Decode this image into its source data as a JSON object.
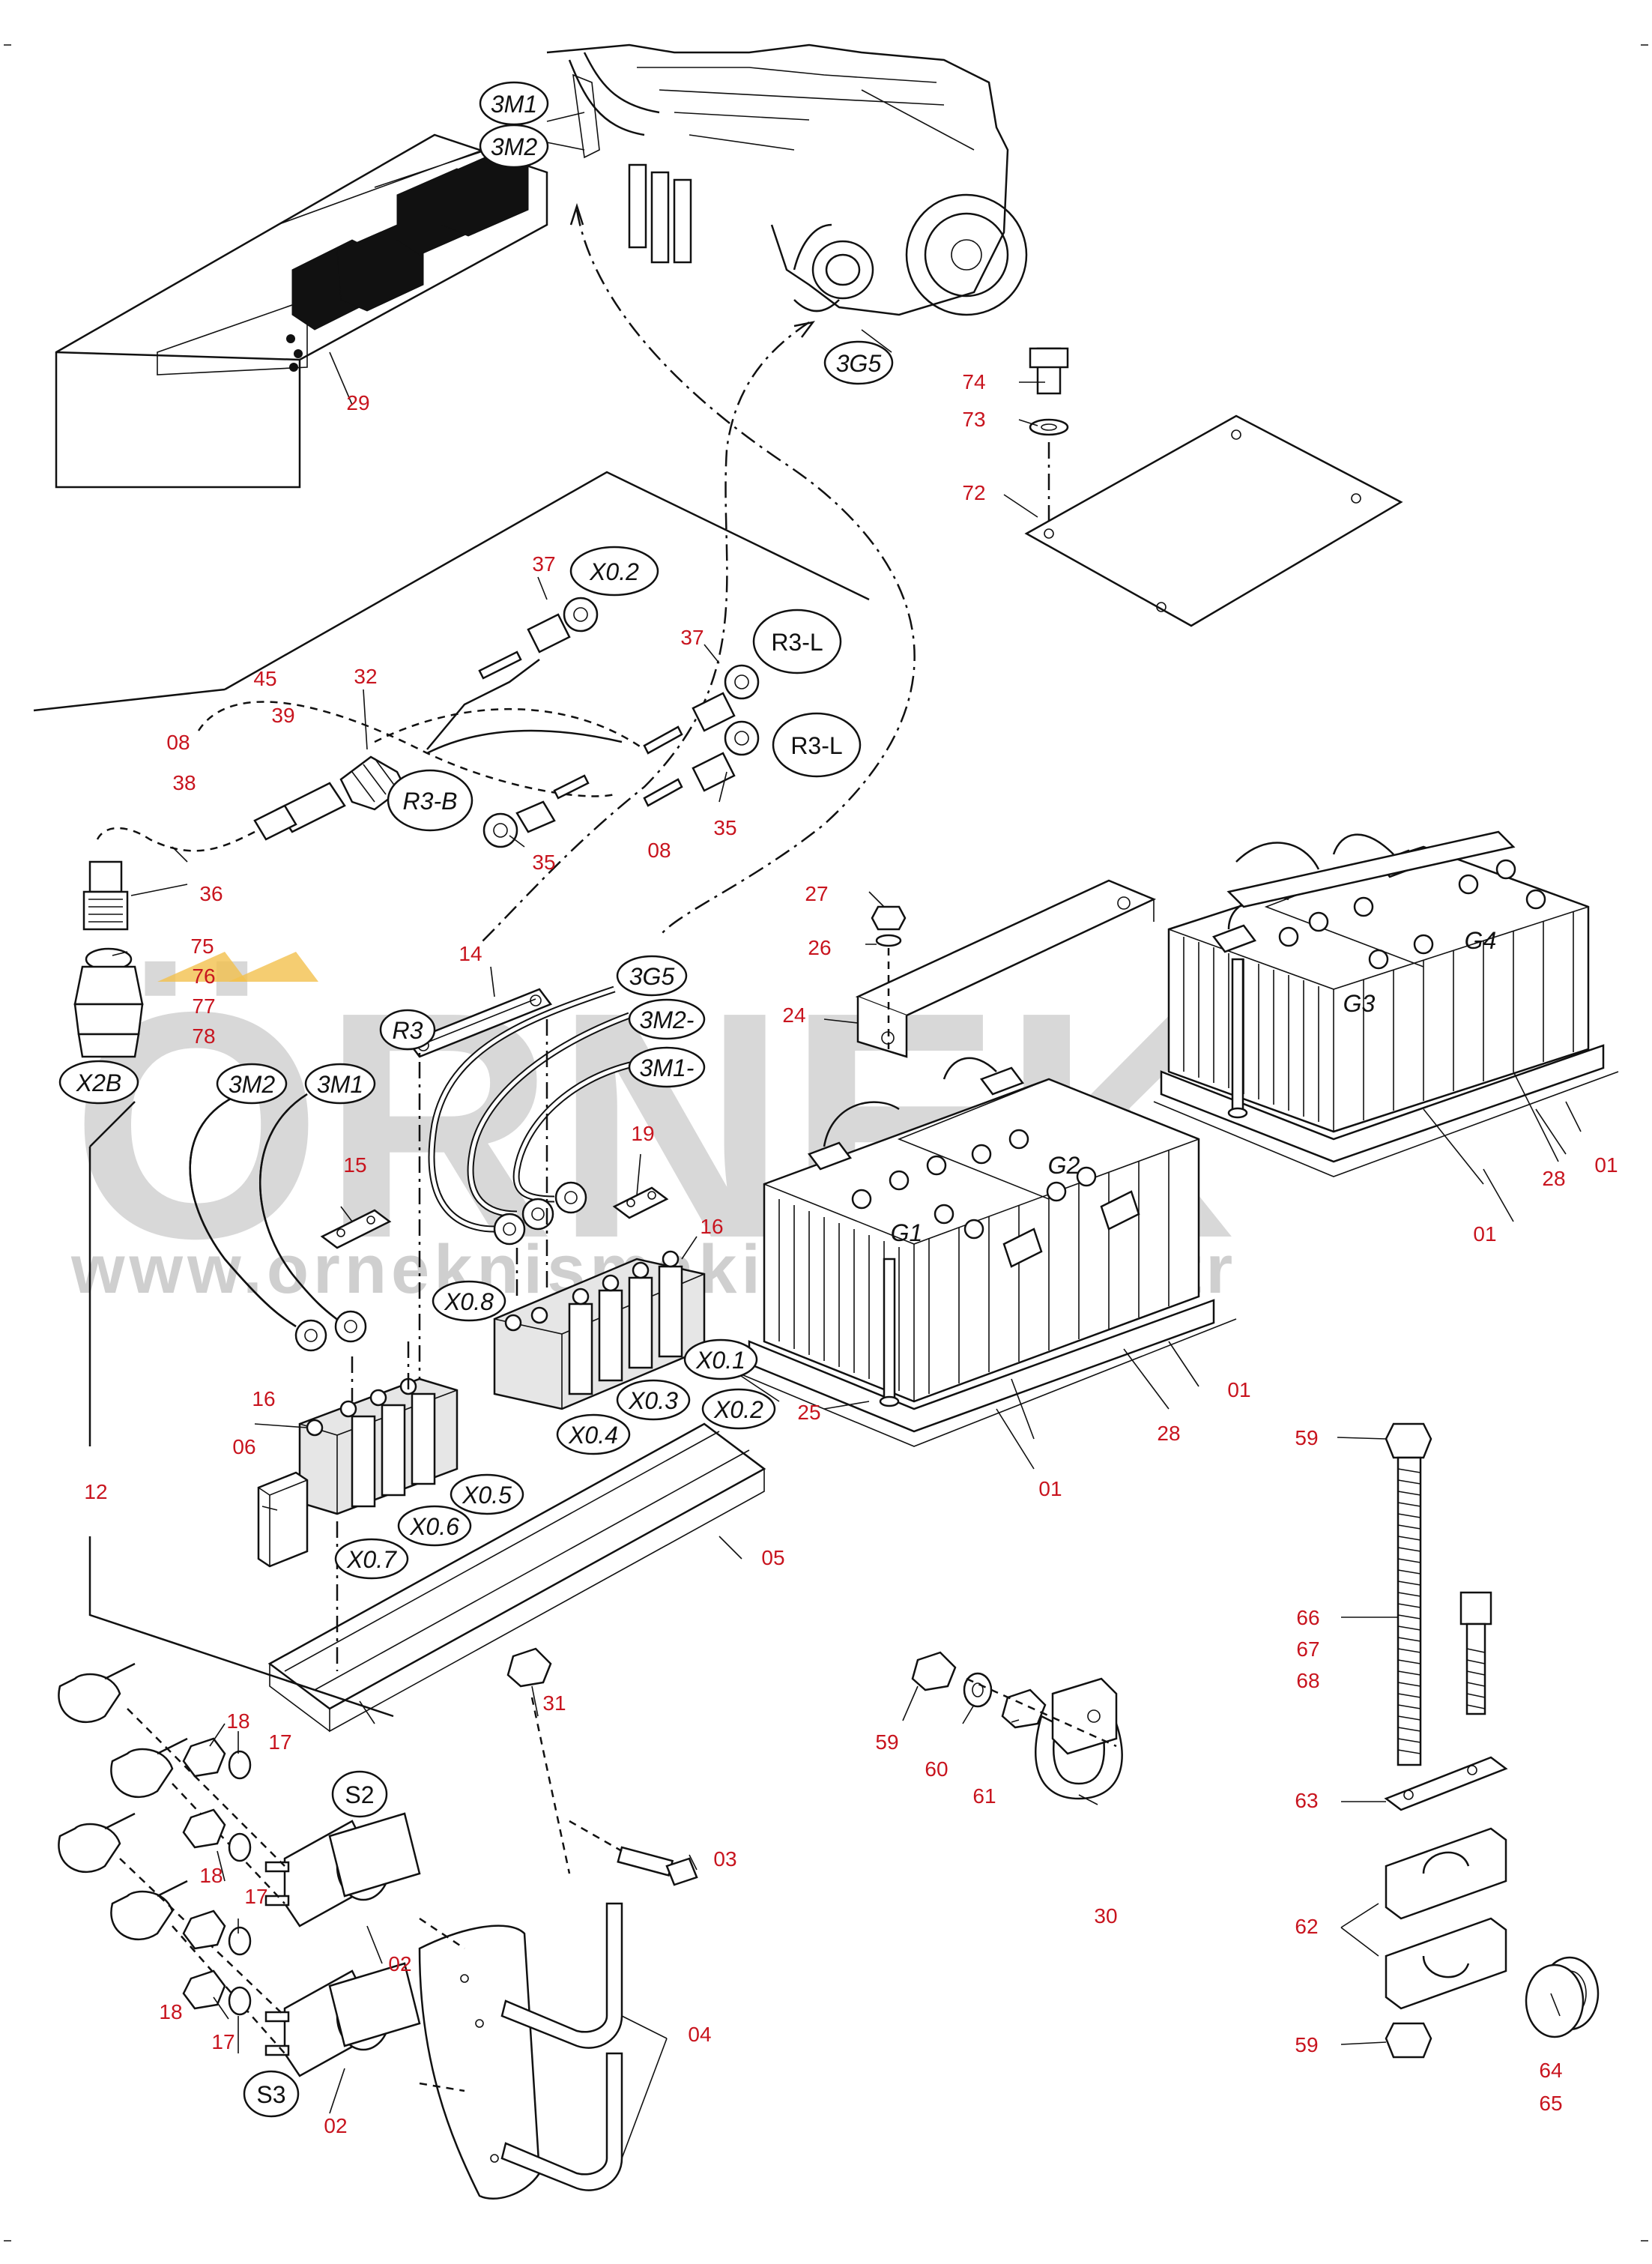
{
  "watermark": {
    "brand_text": "ÖRNEK",
    "url_text": "www.orneknismakineleri.com.tr",
    "accent_color": "#f2c14e"
  },
  "colors": {
    "part_number": "#c8141e",
    "line": "#111111",
    "watermark": "#b9b9b9"
  },
  "part_numbers": {
    "p29": "29",
    "p74": "74",
    "p73": "73",
    "p72": "72",
    "p45": "45",
    "p37a": "37",
    "p37b": "37",
    "p32": "32",
    "p39": "39",
    "p08a": "08",
    "p38": "38",
    "p36": "36",
    "p75": "75",
    "p76": "76",
    "p77": "77",
    "p78": "78",
    "p35a": "35",
    "p35b": "35",
    "p08b": "08",
    "p27": "27",
    "p26": "26",
    "p24": "24",
    "p14": "14",
    "p15": "15",
    "p19": "19",
    "p16a": "16",
    "p16b": "16",
    "p06": "06",
    "p12": "12",
    "p05": "05",
    "p25": "25",
    "p28a": "28",
    "p28b": "28",
    "p01a": "01",
    "p01b": "01",
    "p01c": "01",
    "p01d": "01",
    "p59a": "59",
    "p59b": "59",
    "p59c": "59",
    "p66": "66",
    "p67": "67",
    "p68": "68",
    "p63": "63",
    "p62": "62",
    "p64": "64",
    "p65": "65",
    "p60": "60",
    "p61": "61",
    "p30": "30",
    "p31": "31",
    "p03": "03",
    "p04": "04",
    "p18a": "18",
    "p18b": "18",
    "p18c": "18",
    "p17a": "17",
    "p17b": "17",
    "p17c": "17",
    "p02a": "02",
    "p02b": "02"
  },
  "callouts": {
    "c3M1_top": "3M1",
    "c3M2_top": "3M2",
    "c3G5_top": "3G5",
    "cX02_cable": "X0.2",
    "cR3L_a": "R3-L",
    "cR3L_b": "R3-L",
    "cR3B": "R3-B",
    "cX2B": "X2B",
    "c3M2_cab": "3M2",
    "c3M1_cab": "3M1",
    "cR3": "R3",
    "c3G5_mid": "3G5",
    "c3M2_mid": "3M2-",
    "c3M1_mid": "3M1-",
    "cX08": "X0.8",
    "cX01": "X0.1",
    "cX03": "X0.3",
    "cX04": "X0.4",
    "cX02_term": "X0.2",
    "cX05": "X0.5",
    "cX06": "X0.6",
    "cX07": "X0.7",
    "cG1": "G1",
    "cG2": "G2",
    "cG3": "G3",
    "cG4": "G4",
    "cS2": "S2",
    "cS3": "S3"
  }
}
